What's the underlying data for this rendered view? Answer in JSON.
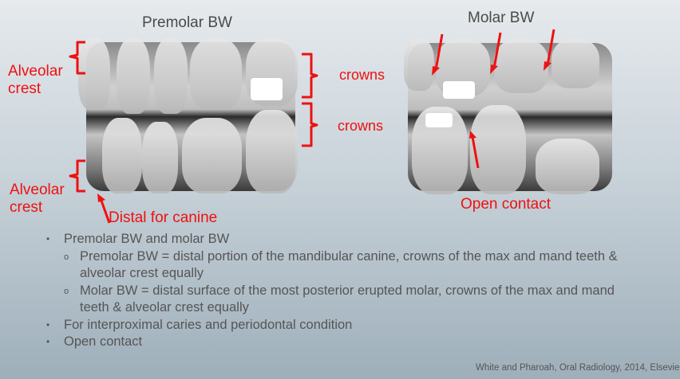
{
  "slide": {
    "left_panel": {
      "title": "Premolar BW",
      "labels": {
        "alveolar_crest_top": "Alveolar\ncrest",
        "alveolar_crest_bottom": "Alveolar\ncrest",
        "distal_for_canine": "Distal for canine",
        "crowns_top": "crowns",
        "crowns_bottom": "crowns"
      }
    },
    "right_panel": {
      "title": "Molar BW",
      "labels": {
        "open_contact": "Open contact"
      }
    },
    "bullets": [
      {
        "text": "Premolar BW and molar BW",
        "sub": [
          "Premolar BW = distal portion of the mandibular canine, crowns of the max and mand teeth & alveolar crest equally",
          "Molar BW = distal surface of the most posterior erupted molar, crowns of the max and mand teeth & alveolar crest equally"
        ]
      },
      {
        "text": "For interproximal caries and periodontal condition"
      },
      {
        "text": "Open contact"
      }
    ],
    "citation": "White and Pharoah, Oral Radiology, 2014, Elsevie",
    "colors": {
      "annotation": "#ee1111",
      "text": "#555555"
    }
  }
}
